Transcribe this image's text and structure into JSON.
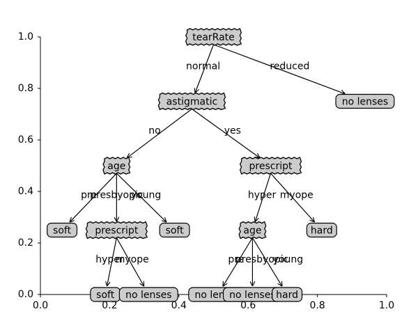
{
  "chart_data": {
    "type": "tree",
    "title": "",
    "xlabel": "",
    "ylabel": "",
    "xlim": [
      0.0,
      1.0
    ],
    "ylim": [
      0.0,
      1.0
    ],
    "x_ticks": [
      "0.0",
      "0.2",
      "0.4",
      "0.6",
      "0.8",
      "1.0"
    ],
    "y_ticks": [
      "0.0",
      "0.2",
      "0.4",
      "0.6",
      "0.8",
      "1.0"
    ],
    "grid": false,
    "nodes": [
      {
        "id": "n1",
        "label": "tearRate",
        "kind": "decision",
        "x": 0.5,
        "y": 1.0
      },
      {
        "id": "n2",
        "label": "no lenses",
        "kind": "leaf",
        "x": 0.9375,
        "y": 0.75
      },
      {
        "id": "n3",
        "label": "astigmatic",
        "kind": "decision",
        "x": 0.4375,
        "y": 0.75
      },
      {
        "id": "n4",
        "label": "age",
        "kind": "decision",
        "x": 0.22,
        "y": 0.5
      },
      {
        "id": "n5",
        "label": "soft",
        "kind": "leaf",
        "x": 0.0625,
        "y": 0.25
      },
      {
        "id": "n6",
        "label": "prescript",
        "kind": "decision",
        "x": 0.22,
        "y": 0.25
      },
      {
        "id": "n7",
        "label": "soft",
        "kind": "leaf",
        "x": 0.1875,
        "y": 0.0
      },
      {
        "id": "n8",
        "label": "no lenses",
        "kind": "leaf",
        "x": 0.3125,
        "y": 0.0
      },
      {
        "id": "n9",
        "label": "soft",
        "kind": "leaf",
        "x": 0.3875,
        "y": 0.25
      },
      {
        "id": "n10",
        "label": "prescript",
        "kind": "decision",
        "x": 0.665,
        "y": 0.5
      },
      {
        "id": "n11",
        "label": "age",
        "kind": "decision",
        "x": 0.6125,
        "y": 0.25
      },
      {
        "id": "n12",
        "label": "no lenses",
        "kind": "leaf",
        "x": 0.5125,
        "y": 0.0
      },
      {
        "id": "n13",
        "label": "no lenses",
        "kind": "leaf",
        "x": 0.6125,
        "y": 0.0
      },
      {
        "id": "n14",
        "label": "hard",
        "kind": "leaf",
        "x": 0.7125,
        "y": 0.0
      },
      {
        "id": "n15",
        "label": "hard",
        "kind": "leaf",
        "x": 0.8125,
        "y": 0.25
      }
    ],
    "edges": [
      {
        "from": "n1",
        "to": "n3",
        "label": "normal",
        "lx": 0.47,
        "ly": 0.885
      },
      {
        "from": "n1",
        "to": "n2",
        "label": "reduced",
        "lx": 0.72,
        "ly": 0.885
      },
      {
        "from": "n3",
        "to": "n4",
        "label": "no",
        "lx": 0.33,
        "ly": 0.635
      },
      {
        "from": "n3",
        "to": "n10",
        "label": "yes",
        "lx": 0.555,
        "ly": 0.635
      },
      {
        "from": "n4",
        "to": "n5",
        "label": "pre",
        "lx": 0.14,
        "ly": 0.385
      },
      {
        "from": "n4",
        "to": "n6",
        "label": "presbyopic",
        "lx": 0.22,
        "ly": 0.385
      },
      {
        "from": "n4",
        "to": "n9",
        "label": "young",
        "lx": 0.305,
        "ly": 0.385
      },
      {
        "from": "n6",
        "to": "n7",
        "label": "hyper",
        "lx": 0.2,
        "ly": 0.135
      },
      {
        "from": "n6",
        "to": "n8",
        "label": "myope",
        "lx": 0.265,
        "ly": 0.135
      },
      {
        "from": "n10",
        "to": "n11",
        "label": "hyper",
        "lx": 0.64,
        "ly": 0.385
      },
      {
        "from": "n10",
        "to": "n15",
        "label": "myope",
        "lx": 0.74,
        "ly": 0.385
      },
      {
        "from": "n11",
        "to": "n12",
        "label": "pre",
        "lx": 0.565,
        "ly": 0.135
      },
      {
        "from": "n11",
        "to": "n13",
        "label": "presbyopic",
        "lx": 0.64,
        "ly": 0.135
      },
      {
        "from": "n11",
        "to": "n14",
        "label": "young",
        "lx": 0.715,
        "ly": 0.135
      }
    ],
    "colors": {
      "node_fill": "#cccccc",
      "stroke": "#000000"
    }
  }
}
